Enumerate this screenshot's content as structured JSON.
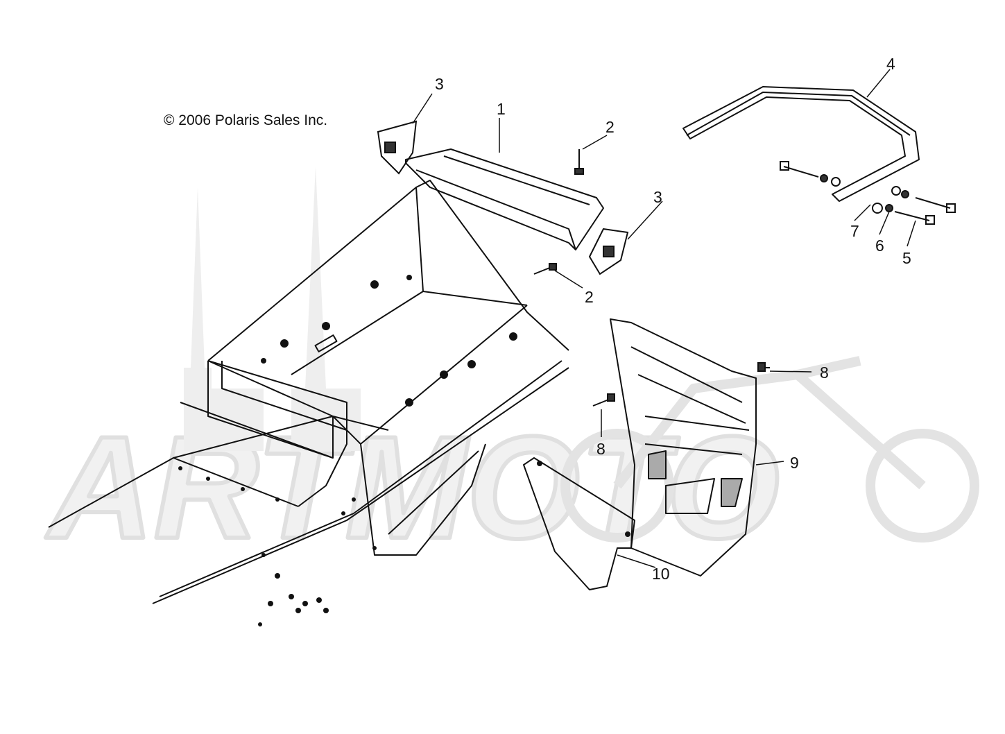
{
  "copyright": "© 2006 Polaris Sales Inc.",
  "watermark": {
    "text": "ARTMOTO",
    "color": "#e6e6e6"
  },
  "callouts": [
    {
      "id": "c1",
      "label": "1"
    },
    {
      "id": "c2a",
      "label": "2"
    },
    {
      "id": "c2b",
      "label": "2"
    },
    {
      "id": "c3a",
      "label": "3"
    },
    {
      "id": "c3b",
      "label": "3"
    },
    {
      "id": "c4",
      "label": "4"
    },
    {
      "id": "c5",
      "label": "5"
    },
    {
      "id": "c6",
      "label": "6"
    },
    {
      "id": "c7",
      "label": "7"
    },
    {
      "id": "c8a",
      "label": "8"
    },
    {
      "id": "c8b",
      "label": "8"
    },
    {
      "id": "c9",
      "label": "9"
    },
    {
      "id": "c10",
      "label": "10"
    }
  ]
}
